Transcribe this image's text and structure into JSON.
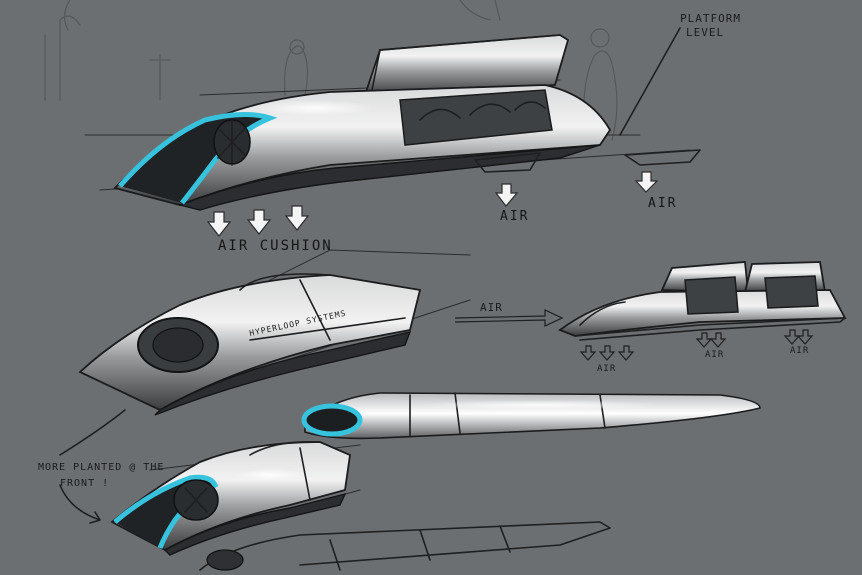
{
  "labels": {
    "platform_level": "PLATFORM\nLEVEL",
    "air_cushion": "AIR CUSHION",
    "air_mid": "AIR",
    "air_right": "AIR",
    "air_arrow": "AIR",
    "air_small_left": "AIR",
    "air_small_mid": "AIR",
    "air_small_right": "AIR",
    "hyperloop_systems": "HYPERLOOP SYSTEMS",
    "note_line1": "MORE PLANTED @ THE",
    "note_line2": "FRONT !"
  },
  "colors": {
    "background": "#6c6f71",
    "accent": "#37c3dd",
    "ink": "#1e1f21"
  }
}
